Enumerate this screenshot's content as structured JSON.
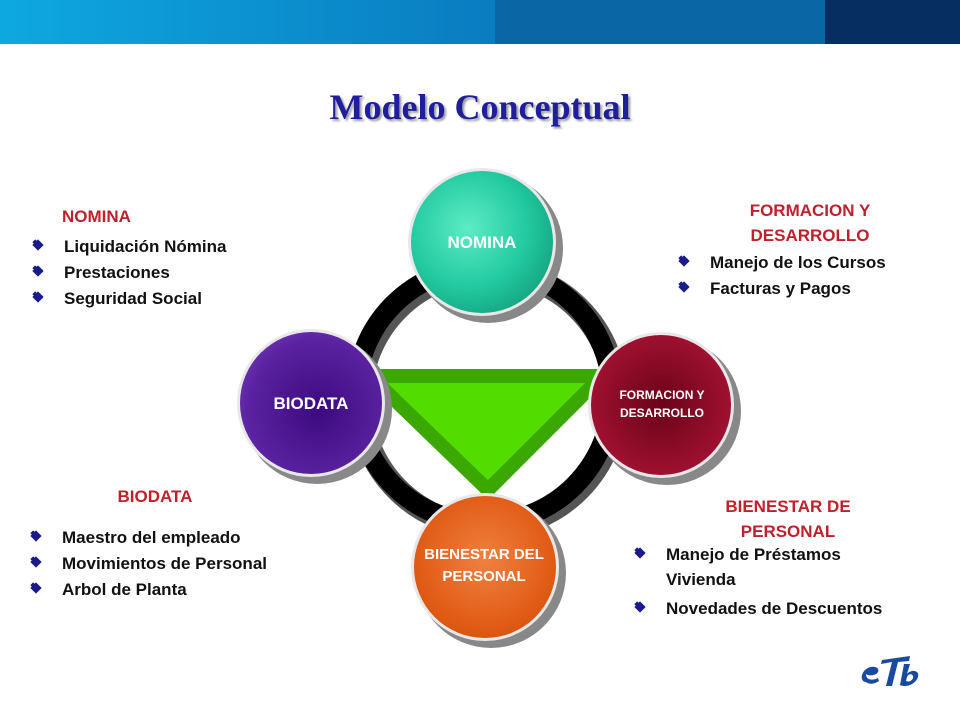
{
  "title": "Modelo Conceptual",
  "colors": {
    "title": "#1f1f9e",
    "section_heading": "#c0202a",
    "bullet": "#1a1a8a",
    "nomina": "#22c9a0",
    "biodata": "#5a22a0",
    "formacion": "#9e1030",
    "bienestar": "#e05a14",
    "triangle": "#52dc00",
    "topbar": [
      "#0ea8e0",
      "#0b6aa8",
      "#062e60"
    ]
  },
  "diagram": {
    "nodes": {
      "nomina": "NOMINA",
      "biodata": "BIODATA",
      "formacion_line1": "FORMACION Y",
      "formacion_line2": "DESARROLLO",
      "bienestar_line1": "BIENESTAR DEL",
      "bienestar_line2": "PERSONAL"
    }
  },
  "sections": {
    "nomina": {
      "heading": "NOMINA",
      "items": [
        "Liquidación Nómina",
        "Prestaciones",
        "Seguridad Social"
      ]
    },
    "formacion": {
      "heading_line1": "FORMACION Y",
      "heading_line2": "DESARROLLO",
      "items": [
        "Manejo de los Cursos",
        "Facturas y Pagos"
      ]
    },
    "biodata": {
      "heading": "BIODATA",
      "items": [
        "Maestro del empleado",
        "Movimientos de Personal",
        "Arbol de Planta"
      ]
    },
    "bienestar": {
      "heading_line1": "BIENESTAR DE",
      "heading_line2": "PERSONAL",
      "items": [
        "Manejo de Préstamos Vivienda",
        "Novedades de Descuentos"
      ]
    }
  },
  "logo": {
    "icon": "etb-logo-icon"
  }
}
